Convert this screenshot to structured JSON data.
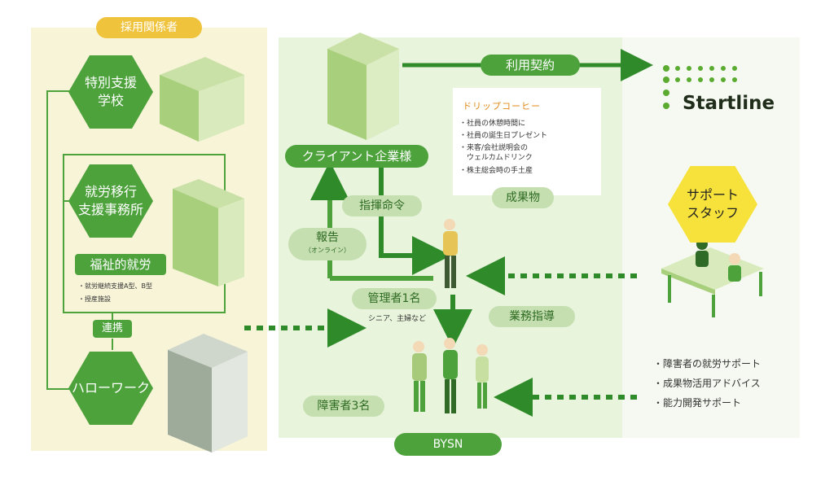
{
  "recruiters": {
    "header": "採用関係者",
    "special_school": "特別支援\n学校",
    "transition_office": "就労移行\n支援事務所",
    "welfare_employment": "福祉的就労",
    "welfare_notes": [
      "・就労継続支援A型、B型",
      "・授産施設"
    ],
    "cooperation": "連携",
    "hello_work": "ハローワーク"
  },
  "bysn": {
    "client": "クライアント企業様",
    "contract": "利用契約",
    "command": "指揮命令",
    "report": "報告",
    "report_note": "（オンライン）",
    "manager": "管理者1名",
    "manager_note": "シニア、主婦など",
    "business_guidance": "業務指導",
    "disabled": "障害者3名",
    "footer": "BYSN",
    "deliverable": "成果物"
  },
  "deliverable_card": {
    "title": "ドリップコーヒー",
    "items": [
      "・社員の休憩時間に",
      "・社員の誕生日プレゼント",
      "・来客/会社説明会の\n　ウェルカムドリンク",
      "・株主総会時の手土産"
    ]
  },
  "startline": {
    "logo": "Startline",
    "support_staff": "サポート\nスタッフ",
    "support_items": [
      "・障害者の就労サポート",
      "・成果物活用アドバイス",
      "・能力開発サポート"
    ]
  },
  "colors": {
    "green": "#4da23c",
    "dark_green": "#2f8a2a",
    "yellow": "#f6e23a",
    "orange_yellow": "#f0c33c",
    "cream": "#f8f4d8",
    "light_green": "#e9f4dc"
  }
}
